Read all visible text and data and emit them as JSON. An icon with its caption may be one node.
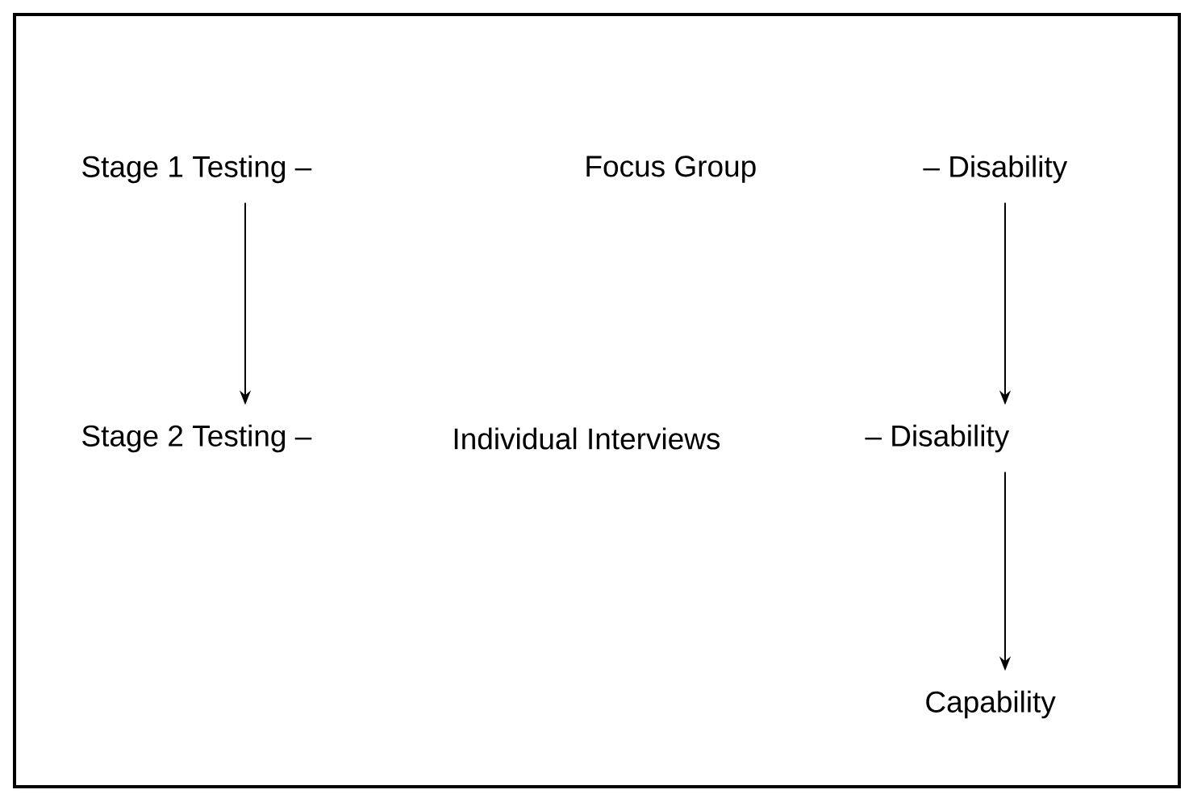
{
  "diagram": {
    "nodes": [
      {
        "text": [
          "Stage 1 Testing –"
        ]
      },
      {
        "text": [
          "Focus Group"
        ]
      },
      {
        "text": [
          "– Disability"
        ]
      },
      {
        "text": [
          "Stage 2 Testing –"
        ]
      },
      {
        "text": [
          "Individual Interviews"
        ]
      },
      {
        "text": [
          "– Disability"
        ]
      },
      {
        "text": [
          "Capability"
        ]
      }
    ],
    "edges": [
      {
        "from": 0,
        "to": 3,
        "arrow": "to"
      },
      {
        "from": 2,
        "to": 5,
        "arrow": "to"
      },
      {
        "from": 5,
        "to": 6,
        "arrow": "to"
      }
    ]
  }
}
